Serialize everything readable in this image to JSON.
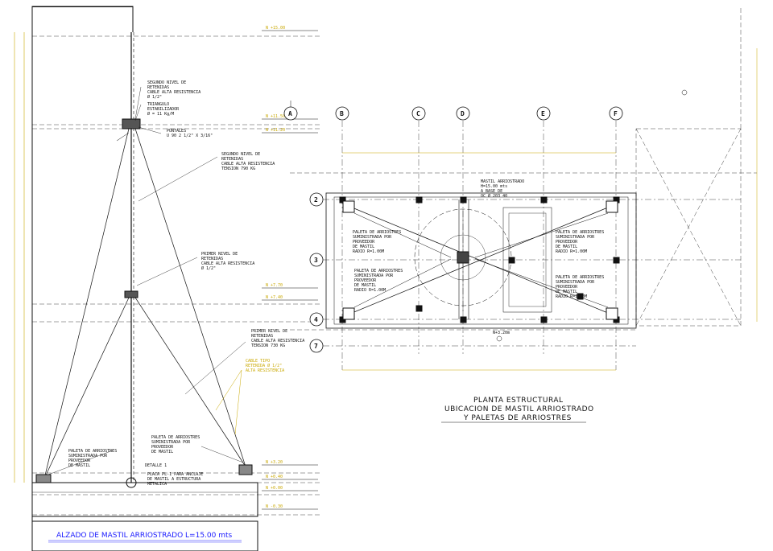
{
  "elevation": {
    "title": "ALZADO DE MASTIL ARRIOSTRADO L=15.00 mts",
    "notes": {
      "segundo_nivel": [
        "SEGUNDO NIVEL DE",
        "RETENIDAS",
        "CABLE ALTA RESISTENCIA",
        "Ø 1/2\""
      ],
      "triangulo": [
        "TRIANGULO",
        "ESTABILIZADOR",
        "Ø = 11 Kg/M"
      ],
      "puntales": [
        "PUNTALES",
        "U 90 2 1/2\" X 3/16\""
      ],
      "segundo_nivel_tension": [
        "SEGUNDO NIVEL DE",
        "RETENIDAS",
        "CABLE ALTA RESISTENCIA",
        "TENSION 790 KG"
      ],
      "primer_nivel": [
        "PRIMER NIVEL DE",
        "RETENIDAS",
        "CABLE ALTA RESISTENCIA",
        "Ø 1/2\""
      ],
      "primer_nivel_tension": [
        "PRIMER NIVEL DE",
        "RETENIDAS",
        "CABLE ALTA RESISTENCIA",
        "TENSION 730 KG"
      ],
      "cable_tipo": [
        "CABLE TIPO",
        "RETENIDA Ø 1/2\"",
        "ALTA RESISTENCIA"
      ],
      "paleta_right": [
        "PALETA DE ARRIOSTRES",
        "SUMINISTRADA POR",
        "PROVEEDOR",
        "DE MASTIL"
      ],
      "paleta_left": [
        "PALETA DE ARRIOSTRES",
        "SUMINISTRADA POR",
        "PROVEEDOR",
        "DE MASTIL"
      ],
      "detalle": "DETALLE 1",
      "placa": [
        "PLACA PL-1 PARA ANCLAJE",
        "DE MASTIL A ESTRUCTURA",
        "METALICA"
      ]
    },
    "levels": [
      "N +15.00",
      "N +11.50",
      "N +11.20",
      "N +7.70",
      "N +7.40",
      "N +3.20",
      "N +0.40",
      "N +0.00",
      "N -0.30"
    ]
  },
  "plan": {
    "title_lines": [
      "PLANTA ESTRUCTURAL",
      "UBICACION DE MASTIL ARRIOSTRADO",
      "Y PALETAS DE ARRIOSTRES"
    ],
    "axes_top": [
      "B",
      "C",
      "D",
      "E",
      "F"
    ],
    "axes_left": [
      "2",
      "3",
      "4",
      "7"
    ],
    "axis_a": "A",
    "level_mark": "N+3.20m",
    "notes": {
      "mastil": [
        "MASTIL ARRIOSTRADO",
        "H=15.00 mts",
        "A BASE DE",
        "OC Ø 203 40"
      ],
      "paleta_a": [
        "PALETA DE ARRIOSTRES",
        "SUMINISTRADA POR",
        "PROVEEDOR",
        "DE MASTIL",
        "RADIO R=1.00M"
      ],
      "paleta_b": [
        "PALETA DE ARRIOSTRES",
        "SUMINISTRADA POR",
        "PROVEEDOR",
        "DE MASTIL",
        "RADIO R=1.00M"
      ],
      "paleta_c": [
        "PALETA DE ARRIOSTRES",
        "SUMINISTRADA POR",
        "PROVEEDOR",
        "DE MASTIL",
        "RADIO R=1.00M"
      ],
      "paleta_d": [
        "PALETA DE ARRIOSTRES",
        "SUMINISTRADA POR",
        "PROVEEDOR",
        "DE MASTIL",
        "RADIO R=1.00M"
      ]
    }
  },
  "colors": {
    "line": "#111111",
    "dim": "#c9a800",
    "blue": "#1a1aff"
  }
}
